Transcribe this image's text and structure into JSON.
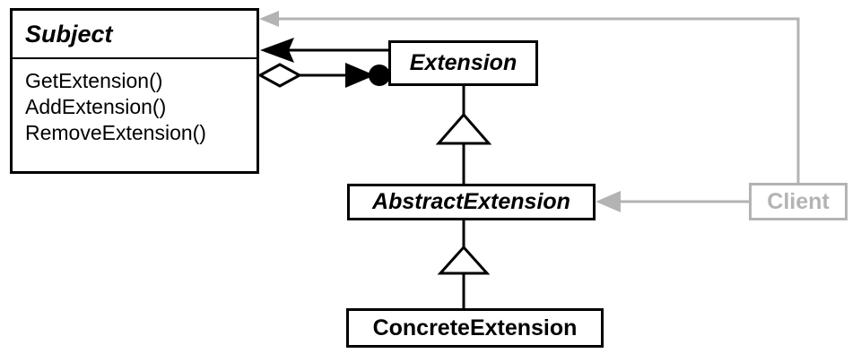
{
  "diagram": {
    "title": "Extension Object Pattern UML Class Diagram",
    "type": "uml-class-diagram",
    "colors": {
      "stroke": "#000000",
      "fill": "#ffffff",
      "gray": "#b3b3b3",
      "text": "#000000",
      "gray_text": "#b3b3b3"
    },
    "classes": [
      {
        "id": "subject",
        "name": "Subject",
        "abstract": true,
        "operations": [
          "GetExtension()",
          "AddExtension()",
          "RemoveExtension()"
        ]
      },
      {
        "id": "extension",
        "name": "Extension",
        "abstract": true,
        "operations": []
      },
      {
        "id": "abstractextension",
        "name": "AbstractExtension",
        "abstract": true,
        "operations": []
      },
      {
        "id": "concreteextension",
        "name": "ConcreteExtension",
        "abstract": false,
        "operations": []
      },
      {
        "id": "client",
        "name": "Client",
        "abstract": false,
        "muted": true,
        "operations": []
      }
    ],
    "relationships": [
      {
        "id": "extension-to-subject-association",
        "type": "association-directed",
        "from": "extension",
        "to": "subject",
        "arrow": "open-solid-filled"
      },
      {
        "id": "subject-to-extension-aggregation",
        "type": "aggregation",
        "from": "subject",
        "to": "extension",
        "source_decoration": "hollow-diamond",
        "target_decoration": "filled-arrow-and-dot"
      },
      {
        "id": "abstractextension-generalizes-extension",
        "type": "generalization",
        "from": "abstractextension",
        "to": "extension",
        "arrow": "hollow-triangle"
      },
      {
        "id": "concreteextension-generalizes-abstractextension",
        "type": "generalization",
        "from": "concreteextension",
        "to": "abstractextension",
        "arrow": "hollow-triangle"
      },
      {
        "id": "client-depends-on-subject",
        "type": "dependency",
        "from": "client",
        "to": "subject",
        "arrow": "gray-open-arrow"
      },
      {
        "id": "client-depends-on-abstractextension",
        "type": "dependency",
        "from": "client",
        "to": "abstractextension",
        "arrow": "gray-open-arrow"
      }
    ]
  }
}
